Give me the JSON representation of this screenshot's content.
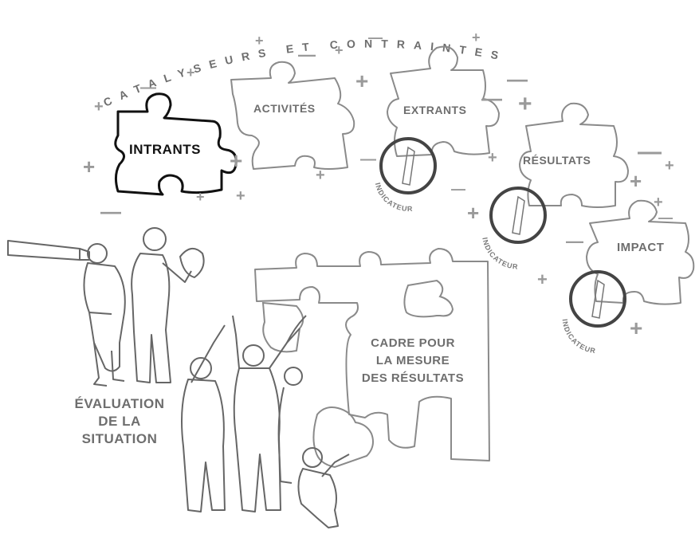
{
  "arc_title": "CATALYSEURS ET CONTRAINTES",
  "pieces": {
    "intrants": "INTRANTS",
    "activites": "ACTIVITÉS",
    "extrants": "EXTRANTS",
    "resultats": "RÉSULTATS",
    "impact": "IMPACT"
  },
  "indicator_label": "INDICATEUR",
  "evaluation": [
    "ÉVALUATION",
    "DE LA",
    "SITUATION"
  ],
  "cadre": [
    "CADRE POUR",
    "LA MESURE",
    "DES RÉSULTATS"
  ],
  "colors": {
    "ink": "#111111",
    "muted": "#6e6e6e",
    "line": "#8a8a8a"
  }
}
